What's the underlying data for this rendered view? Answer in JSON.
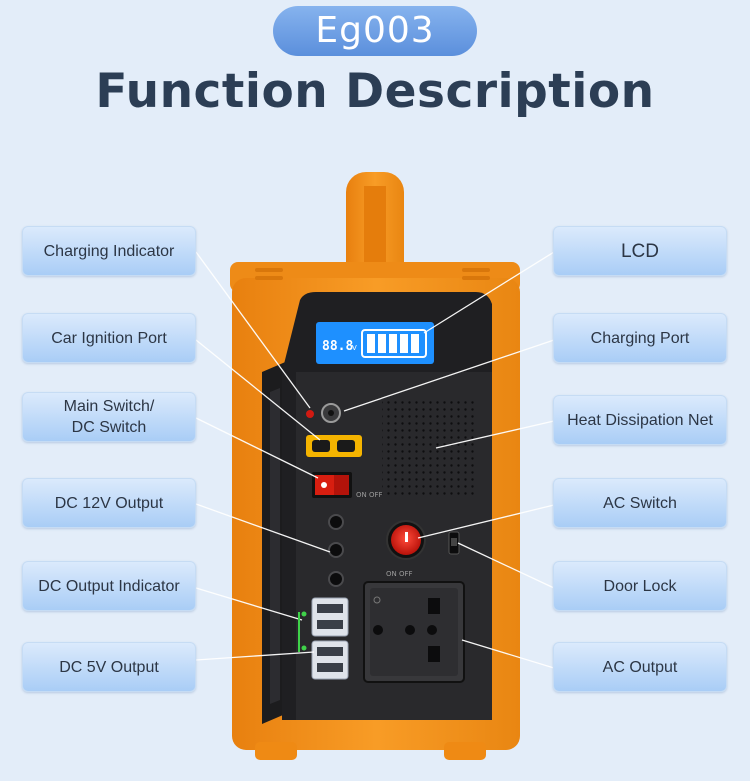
{
  "header": {
    "model": "Eg003",
    "title": "Function Description"
  },
  "left_labels": [
    "Charging Indicator",
    "Car Ignition Port",
    "Main Switch/\nDC Switch",
    "DC 12V Output",
    "DC Output Indicator",
    "DC 5V Output"
  ],
  "right_labels": [
    "LCD",
    "Charging Port",
    "Heat Dissipation Net",
    "AC Switch",
    "Door Lock",
    "AC Output"
  ],
  "device": {
    "lcd_reading": "88.8",
    "lcd_unit": "V",
    "dc_switch_marking": "ON OFF",
    "ac_switch_marking": "ON OFF",
    "body_color": "#f7941d",
    "panel_color": "#1f1f22",
    "lcd_color": "#1e90ff"
  }
}
